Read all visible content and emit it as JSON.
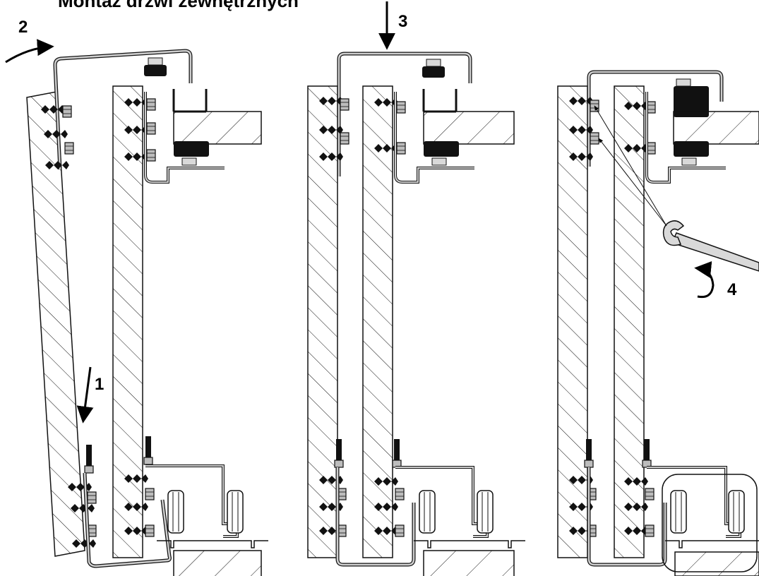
{
  "title": "Montaż drzwi zewnętrznych",
  "steps": {
    "s1": "1",
    "s2": "2",
    "s3": "3",
    "s4": "4"
  },
  "colors": {
    "line": "#111111",
    "hardware": "#bdbdbd",
    "frame": "#d9d9d9"
  }
}
